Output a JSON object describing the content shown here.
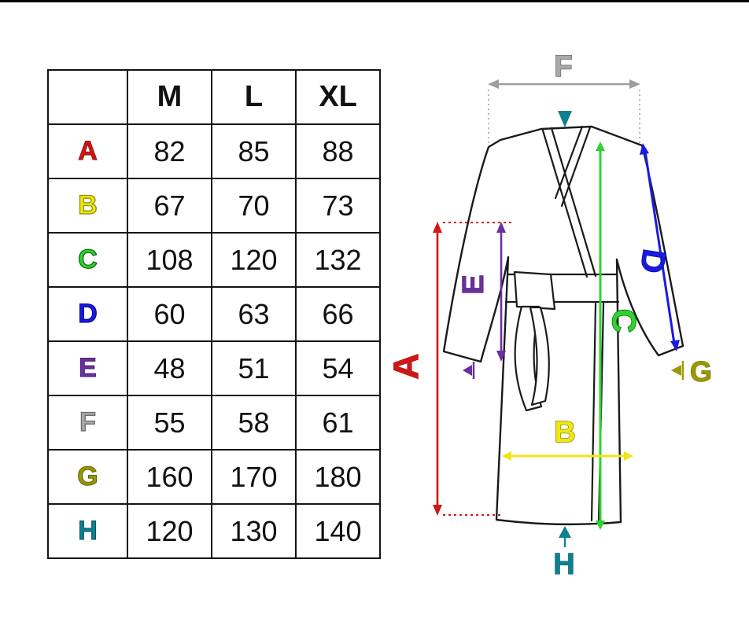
{
  "palette": {
    "A": "#d11616",
    "B": "#f0e613",
    "C": "#2fd32f",
    "D": "#1a1ae0",
    "E": "#6b2fa0",
    "F": "#a8a8a8",
    "G": "#9a9a00",
    "H": "#0e8090",
    "outline": "#1a1a1a"
  },
  "size_table": {
    "columns": [
      "",
      "M",
      "L",
      "XL"
    ],
    "rows": [
      {
        "label": "A",
        "values": [
          "82",
          "85",
          "88"
        ]
      },
      {
        "label": "B",
        "values": [
          "67",
          "70",
          "73"
        ]
      },
      {
        "label": "C",
        "values": [
          "108",
          "120",
          "132"
        ]
      },
      {
        "label": "D",
        "values": [
          "60",
          "63",
          "66"
        ]
      },
      {
        "label": "E",
        "values": [
          "48",
          "51",
          "54"
        ]
      },
      {
        "label": "F",
        "values": [
          "55",
          "58",
          "61"
        ]
      },
      {
        "label": "G",
        "values": [
          "160",
          "170",
          "180"
        ]
      },
      {
        "label": "H",
        "values": [
          "120",
          "130",
          "140"
        ]
      }
    ]
  },
  "diagram": {
    "labels": {
      "A": "A",
      "B": "B",
      "C": "C",
      "D": "D",
      "E": "E",
      "F": "F",
      "G": "G",
      "H": "H"
    }
  }
}
